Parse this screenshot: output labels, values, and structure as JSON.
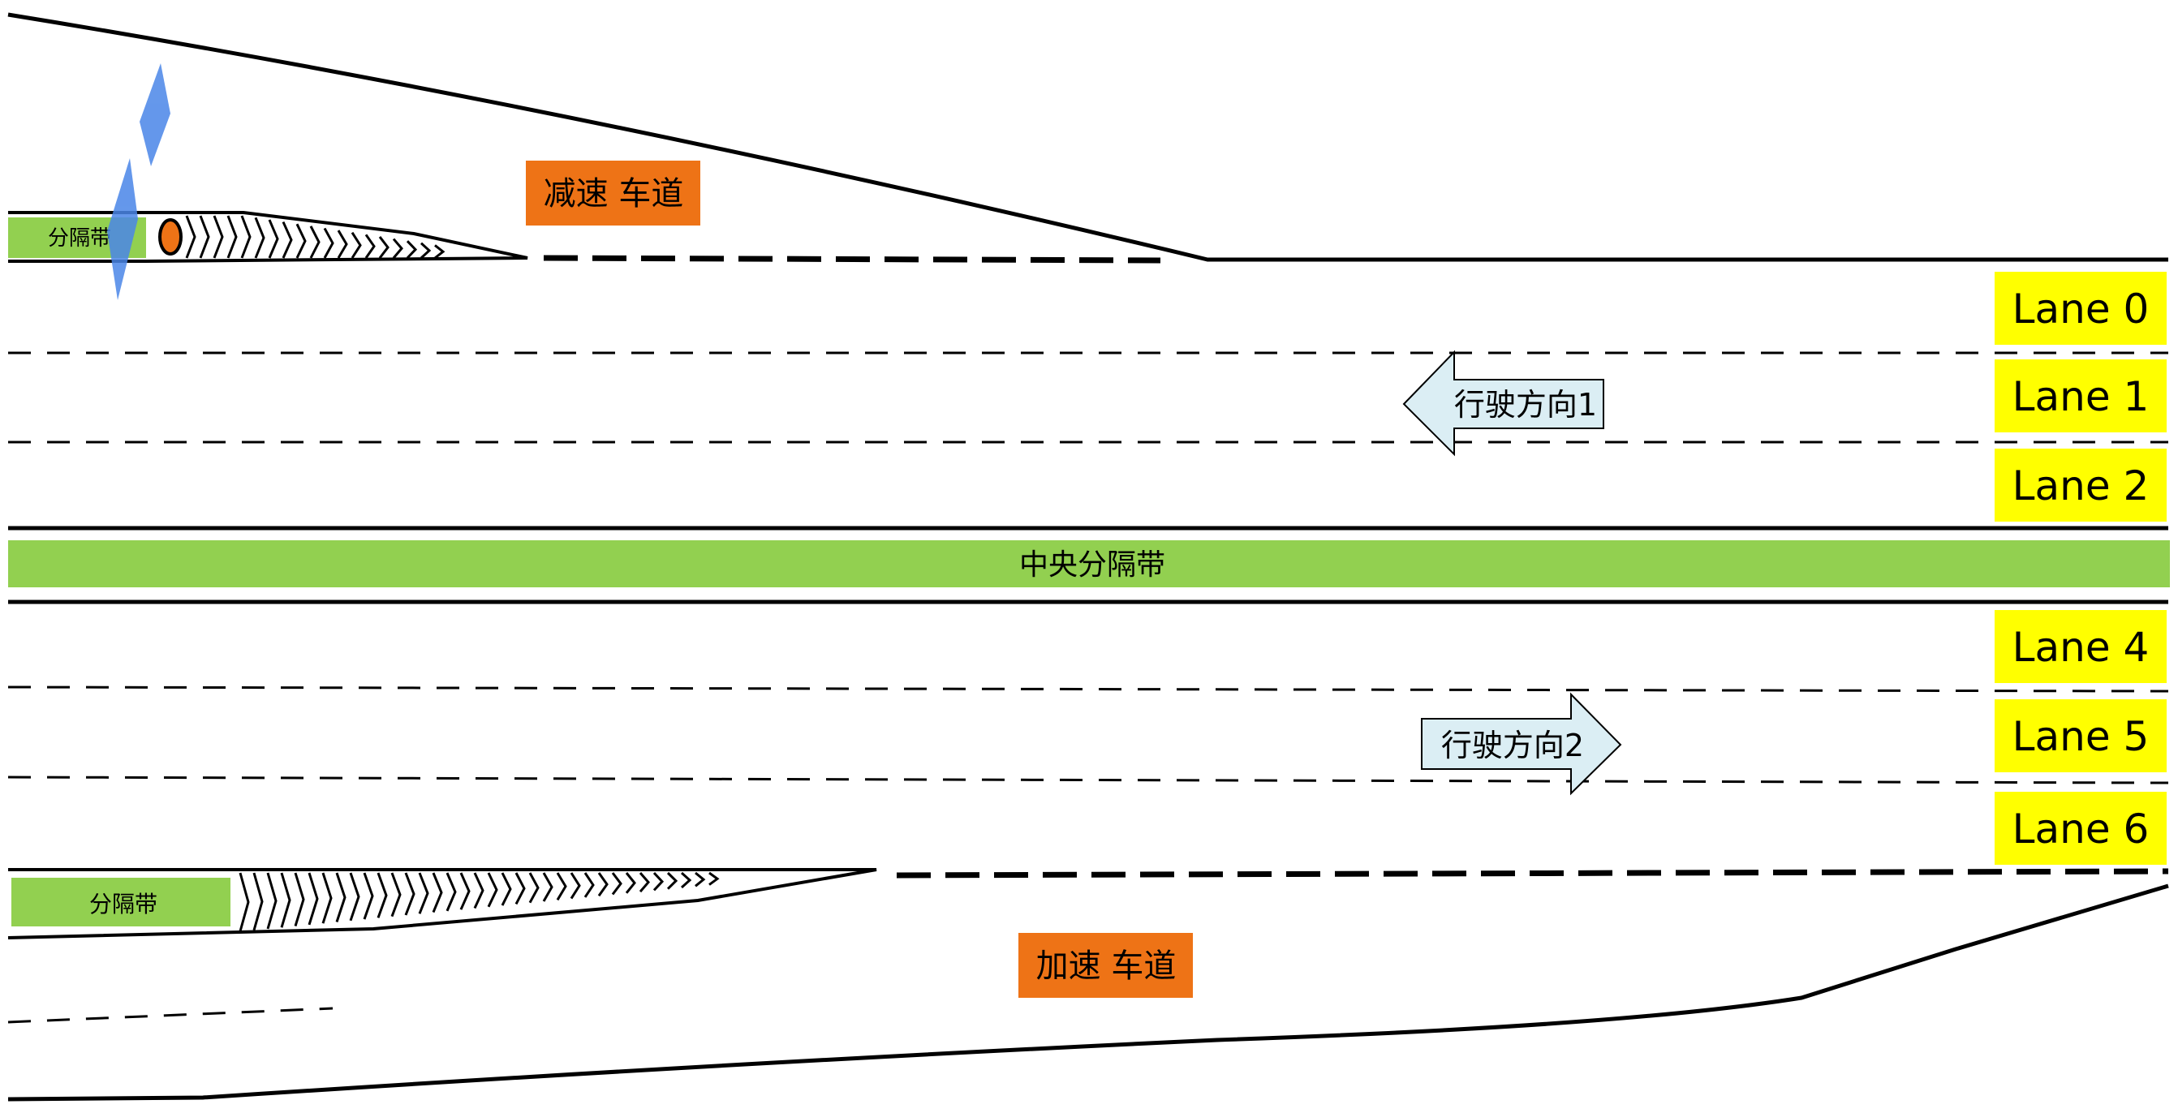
{
  "labels": {
    "decel_lane": "减速 车道",
    "accel_lane": "加速 车道",
    "median": "中央分隔带",
    "separator_upper": "分隔带",
    "separator_lower": "分隔带",
    "direction_1": "行驶方向1",
    "direction_2": "行驶方向2"
  },
  "lanes": [
    "Lane 0",
    "Lane 1",
    "Lane 2",
    "Lane 4",
    "Lane 5",
    "Lane 6"
  ],
  "colors": {
    "lane_tag": "#ffff00",
    "ramp_tag": "#ee7316",
    "median": "#92d050",
    "arrow_fill": "#dbeef4",
    "vehicle": "#ee7316",
    "blob": "#4a86e8"
  }
}
